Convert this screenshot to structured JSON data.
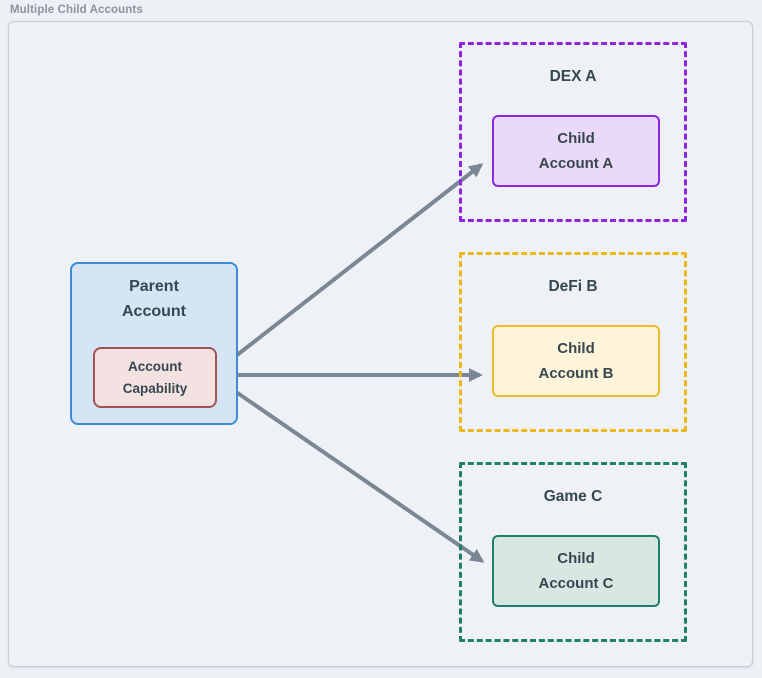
{
  "title": "Multiple Child Accounts",
  "parent": {
    "label": "Parent\nAccount",
    "capability_label": "Account\nCapability"
  },
  "zones": [
    {
      "name": "DEX A",
      "child_label": "Child\nAccount A"
    },
    {
      "name": "DeFi B",
      "child_label": "Child\nAccount B"
    },
    {
      "name": "Game C",
      "child_label": "Child\nAccount C"
    }
  ],
  "colors": {
    "page_bg": "#edf0f4",
    "canvas_bg": "#eef1f5",
    "canvas_border": "#c4cdd9",
    "title_text": "#8a94a2",
    "label_text": "#37474f",
    "arrow": "#7b8794",
    "parent_bg": "#d5e5f6",
    "parent_border": "#3f8ad2",
    "capability_bg": "#f3e2e1",
    "capability_border": "#a05454",
    "dex_border": "#8c25dd",
    "dex_child_bg": "#ead9f8",
    "defi_border": "#edb61c",
    "defi_child_bg": "#fdf4d9",
    "game_border": "#1f8068",
    "game_child_bg": "#d8e7e1"
  }
}
